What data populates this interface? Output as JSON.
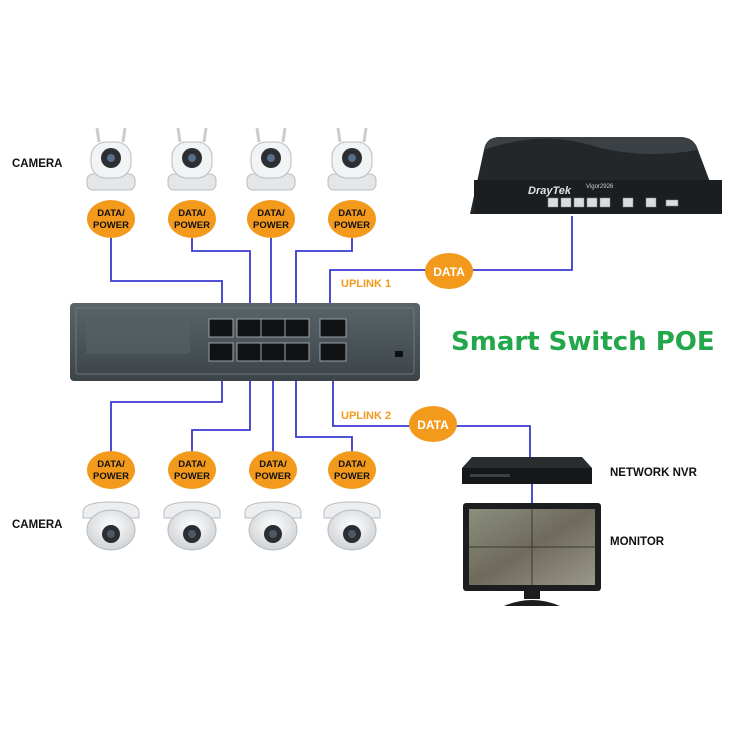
{
  "labels": {
    "camera_top": "CAMERA",
    "camera_bottom": "CAMERA",
    "data_power_line1": "DATA/",
    "data_power_line2": "POWER",
    "data": "DATA",
    "uplink1": "UPLINK 1",
    "uplink2": "UPLINK 2",
    "title": "Smart Switch POE",
    "nvr": "NETWORK NVR",
    "monitor": "MONITOR",
    "router_brand": "DrayTek",
    "router_model": "Vigor2926"
  },
  "colors": {
    "line": "#3a3ad0",
    "badge": "#f39a1d",
    "uplink_text": "#f39a1d",
    "title": "#22a84a",
    "switch_body": "#4a5358"
  },
  "icons": {
    "ip_camera": "ptz-camera-icon",
    "dome_camera": "dome-camera-icon",
    "router": "router-icon",
    "nvr": "nvr-icon",
    "monitor": "monitor-icon",
    "switch": "poe-switch-icon"
  }
}
